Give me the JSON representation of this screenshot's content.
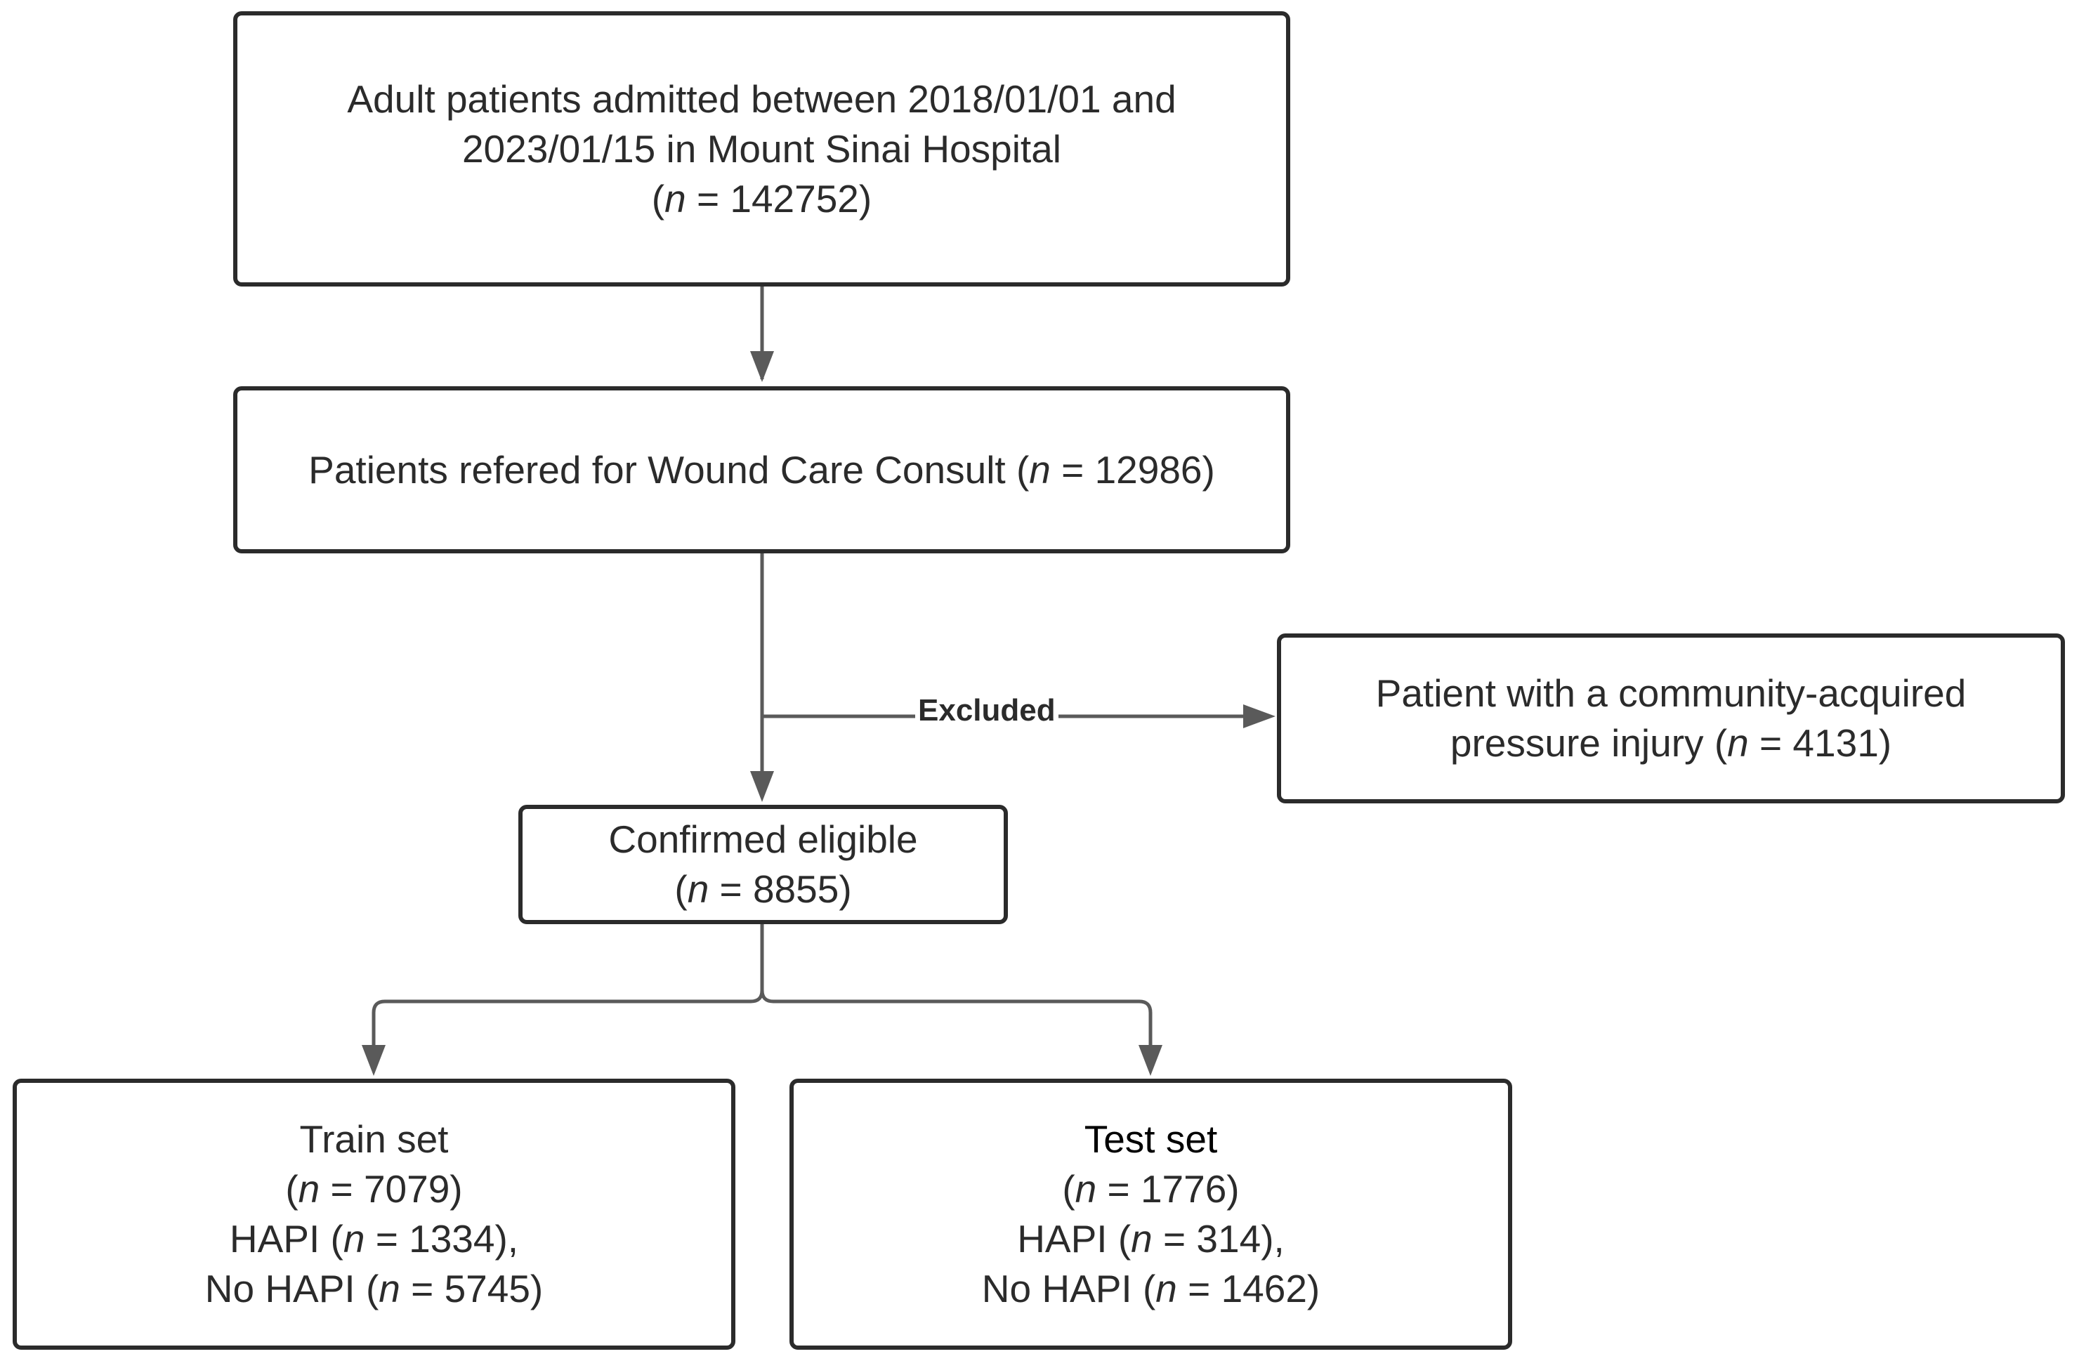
{
  "boxes": {
    "admitted": {
      "line1": "Adult patients admitted between 2018/01/01 and",
      "line2": "2023/01/15 in Mount Sinai Hospital",
      "n_open": "(",
      "n_sym": "n",
      "n_rest": " = 142752)"
    },
    "referred": {
      "text": "Patients refered for Wound Care Consult (",
      "n_sym": "n",
      "n_rest": " = 12986)"
    },
    "excluded": {
      "line1": "Patient with a community-acquired",
      "line2_pre": "pressure injury (",
      "n_sym": "n",
      "n_rest": " = 4131)"
    },
    "eligible": {
      "line1": "Confirmed eligible",
      "n_open": "(",
      "n_sym": "n",
      "n_rest": " = 8855)"
    },
    "train": {
      "title": "Train set",
      "n_open": "(",
      "n_sym": "n",
      "n_rest": " = 7079)",
      "hapi_pre": "HAPI (",
      "hapi_sym": "n",
      "hapi_rest": " = 1334),",
      "nohapi_pre": "No HAPI (",
      "nohapi_sym": "n",
      "nohapi_rest": " = 5745)"
    },
    "test": {
      "title": "Test set",
      "n_open": "(",
      "n_sym": "n",
      "n_rest": " = 1776)",
      "hapi_pre": "HAPI (",
      "hapi_sym": "n",
      "hapi_rest": " = 314),",
      "nohapi_pre": "No HAPI (",
      "nohapi_sym": "n",
      "nohapi_rest": " = 1462)"
    }
  },
  "labels": {
    "excluded": "Excluded"
  },
  "colors": {
    "box_border": "#2b2b2b",
    "connector": "#5a5a5a",
    "text": "#2b2b2b"
  }
}
